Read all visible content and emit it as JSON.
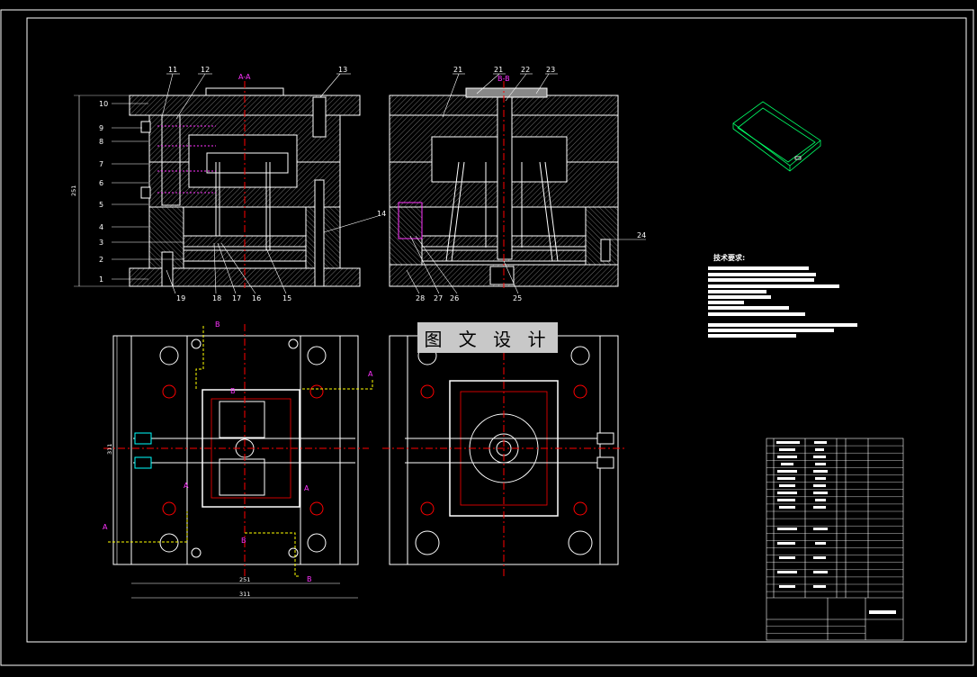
{
  "drawing": {
    "section_aa_label": "A-A",
    "section_bb_label": "B-B",
    "watermark": "图 文 设 计",
    "tech_requirements_title": "技术要求:",
    "dimensions": {
      "height_side": "251",
      "width_bottom_inner": "251",
      "width_bottom_outer": "311",
      "height_plan": "311"
    },
    "callouts_left": [
      "10",
      "9",
      "8",
      "7",
      "6",
      "5",
      "4",
      "3",
      "2",
      "1"
    ],
    "callouts_top_left": [
      "11",
      "12",
      "13"
    ],
    "callouts_bottom_left": [
      "19",
      "18",
      "17",
      "16",
      "15"
    ],
    "callout_14": "14",
    "callouts_top_right": [
      "21",
      "21",
      "22",
      "23"
    ],
    "callout_24": "24",
    "callouts_bottom_right": [
      "28",
      "27",
      "26",
      "25"
    ],
    "section_markers": [
      "A",
      "A",
      "A",
      "A",
      "B",
      "B",
      "B",
      "B"
    ]
  },
  "colors": {
    "background": "#000000",
    "line": "#ffffff",
    "centerline": "#ff0000",
    "section_marker": "#ff33ff",
    "cut_line": "#ffff00",
    "hatch": "#808080",
    "accent_cyan": "#00ffff"
  }
}
